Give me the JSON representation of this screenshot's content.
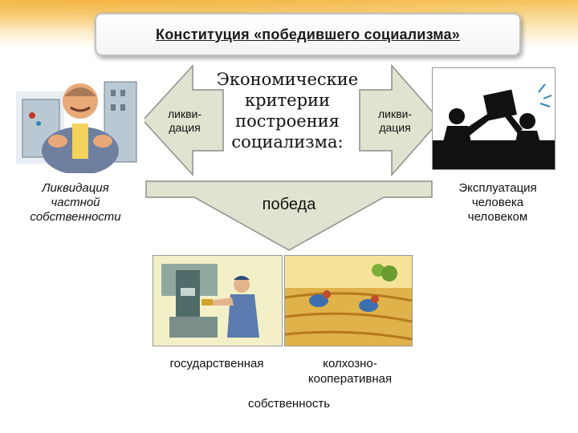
{
  "title": "Конституция «победившего социализма»",
  "center": {
    "line1": "Экономические",
    "line2": "критерии",
    "line3": "построения",
    "line4": "социализма:"
  },
  "left_arrow_text": {
    "line1": "ликви-",
    "line2": "дация"
  },
  "right_arrow_text": {
    "line1": "ликви-",
    "line2": "дация"
  },
  "left_label": {
    "line1": "Ликвидация",
    "line2": "частной",
    "line3": "собственности"
  },
  "right_label": {
    "line1": "Эксплуатация",
    "line2": "человека",
    "line3": "человеком"
  },
  "victory": "победа",
  "bottom": {
    "state": "государственная",
    "collective_line1": "колхозно-",
    "collective_line2": "кооперативная",
    "property": "собственность"
  },
  "colors": {
    "arrow_fill": "#dfe3cf",
    "arrow_stroke": "#8a9088",
    "banner": "#f6c35a"
  },
  "icons": [
    "businessman-clipart",
    "workers-silhouette-clipart",
    "factory-worker-clipart",
    "farm-field-clipart"
  ]
}
